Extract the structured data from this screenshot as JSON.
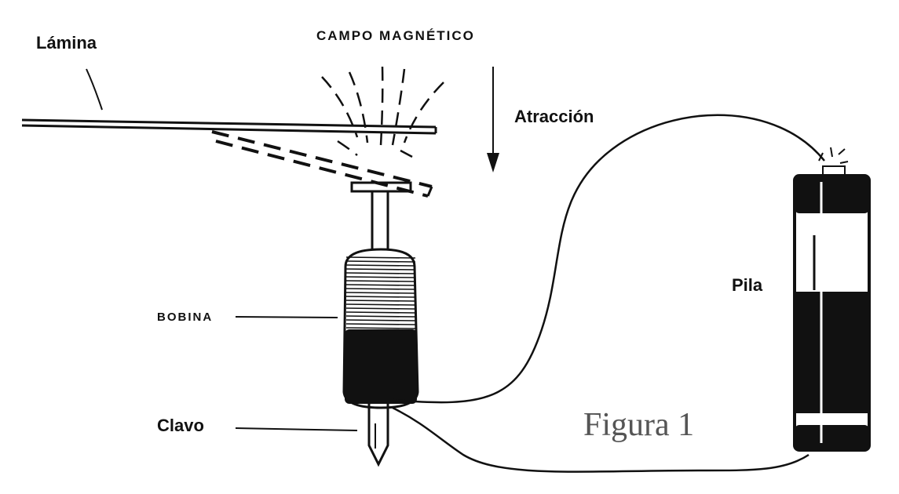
{
  "labels": {
    "lamina": "Lámina",
    "campo": "CAMPO MAGNÉTICO",
    "atraccion": "Atracción",
    "bobina": "BOBINA",
    "clavo": "Clavo",
    "pila": "Pila",
    "figura": "Figura 1"
  },
  "colors": {
    "ink": "#111111",
    "figure_caption": "#555555",
    "background": "#ffffff"
  }
}
